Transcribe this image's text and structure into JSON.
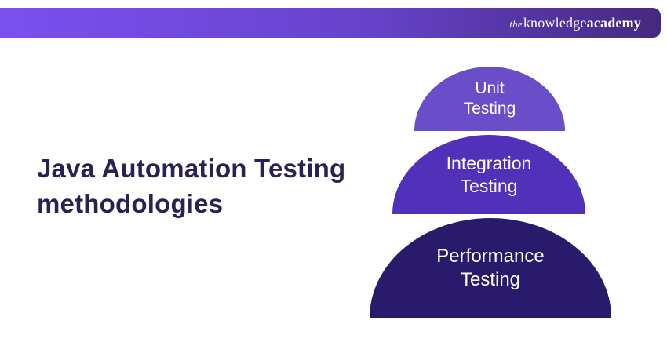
{
  "header": {
    "logo_the": "the",
    "logo_knowledge": "knowledge",
    "logo_academy": "academy",
    "bar_gradient_start": "#7b50f0",
    "bar_gradient_end": "#46297e",
    "logo_text_color": "#ffffff"
  },
  "main": {
    "title_line1": "Java Automation Testing",
    "title_line2": "methodologies",
    "title_color": "#262253"
  },
  "diagram": {
    "type": "stacked-semicircle-pyramid",
    "text_color": "#ffffff",
    "items": [
      {
        "label": "Unit Testing",
        "line1": "Unit",
        "line2": "Testing",
        "color": "#6a4ec9",
        "size_rank": 1
      },
      {
        "label": "Integration Testing",
        "line1": "Integration",
        "line2": "Testing",
        "color": "#5231ba",
        "size_rank": 2
      },
      {
        "label": "Performance Testing",
        "line1": "Performance",
        "line2": "Testing",
        "color": "#2a1a6b",
        "size_rank": 3
      }
    ]
  }
}
